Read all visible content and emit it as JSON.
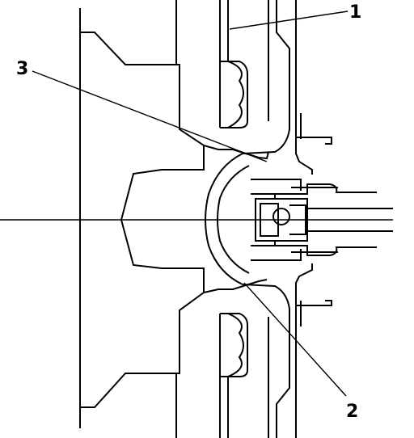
{
  "diagram": {
    "callouts": [
      {
        "id": "callout-1",
        "label": "1"
      },
      {
        "id": "callout-2",
        "label": "2"
      },
      {
        "id": "callout-3",
        "label": "3"
      }
    ],
    "colors": {
      "line": "#000000",
      "background": "#ffffff"
    }
  }
}
